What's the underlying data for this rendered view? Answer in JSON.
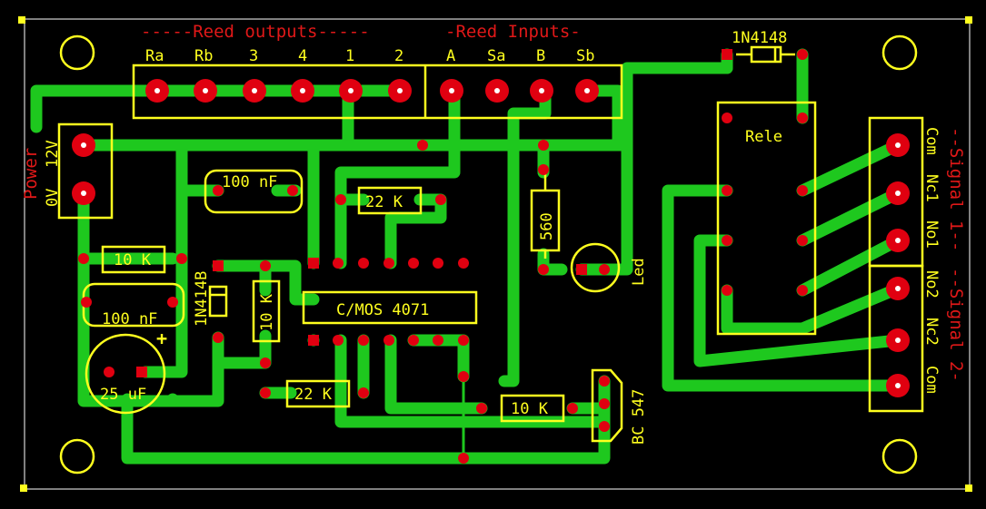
{
  "headers": {
    "reed_outputs": "-----Reed outputs-----",
    "reed_inputs": "-Reed Inputs-"
  },
  "connector_labels": {
    "outputs": [
      "Ra",
      "Rb",
      "3",
      "4",
      "1",
      "2"
    ],
    "inputs": [
      "A",
      "Sa",
      "B",
      "Sb"
    ]
  },
  "power": {
    "title": "Power",
    "v12": "12V",
    "v0": "0V"
  },
  "components": {
    "diode_top": "1N4148",
    "relay": "Rele",
    "cap_top": "100 nF",
    "res_22k_top": "22 K",
    "res_560": "560",
    "res_10k_left": "10 K",
    "diode_left": "1N414B",
    "res_10k_vert": "10 K",
    "cap_left": "100 nF",
    "ic": "C/MOS 4071",
    "led": "Led",
    "cap_electro": "25 uF",
    "cap_plus": "+",
    "res_22k_bottom": "22 K",
    "res_10k_bottom": "10 K",
    "transistor": "BC 547"
  },
  "relay_pins": {
    "com1": "Com",
    "nc1": "Nc1",
    "no1": "No1",
    "no2": "No2",
    "nc2": "Nc2",
    "com2": "Com"
  },
  "signals": {
    "signal1": "--Signal 1--",
    "signal2": "--Signal 2-"
  },
  "colors": {
    "board": "#000000",
    "trace": "#1ec81e",
    "silkscreen": "#ffff1e",
    "pad": "#e00010",
    "label_red": "#e01818"
  }
}
